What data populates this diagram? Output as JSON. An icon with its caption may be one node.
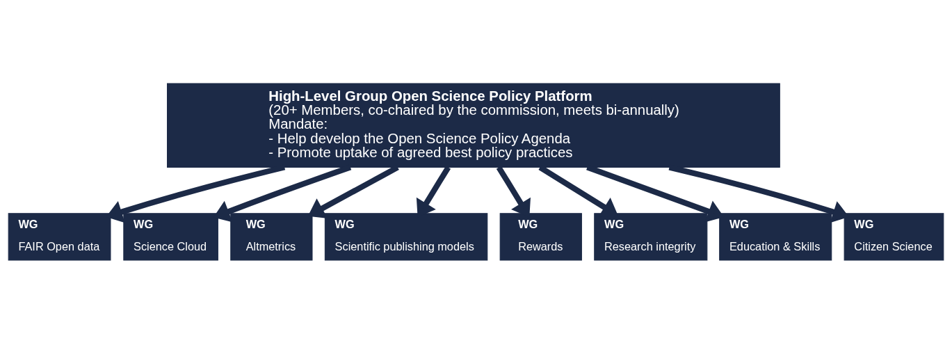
{
  "diagram": {
    "nodes": [
      {
        "text": [
          "High-Level Group Open Science Policy Platform",
          "(20+ Members, co-chaired by the commission, meets bi-annually)",
          "Mandate:",
          "- Help develop the Open Science Policy Agenda",
          "- Promote uptake of agreed best policy practices"
        ]
      },
      {
        "text": [
          "WG",
          "FAIR Open data"
        ]
      },
      {
        "text": [
          "WG",
          "Science Cloud"
        ]
      },
      {
        "text": [
          "WG",
          "Altmetrics"
        ]
      },
      {
        "text": [
          "WG",
          "Scientific publishing models"
        ]
      },
      {
        "text": [
          "WG",
          "Rewards"
        ]
      },
      {
        "text": [
          "WG",
          "Research integrity"
        ]
      },
      {
        "text": [
          "WG",
          "Education & Skills"
        ]
      },
      {
        "text": [
          "WG",
          "Citizen Science"
        ]
      }
    ],
    "edges": [
      {
        "from": 0,
        "to": 1,
        "arrow": "to"
      },
      {
        "from": 0,
        "to": 2,
        "arrow": "to"
      },
      {
        "from": 0,
        "to": 3,
        "arrow": "to"
      },
      {
        "from": 0,
        "to": 4,
        "arrow": "to"
      },
      {
        "from": 0,
        "to": 5,
        "arrow": "to"
      },
      {
        "from": 0,
        "to": 6,
        "arrow": "to"
      },
      {
        "from": 0,
        "to": 7,
        "arrow": "to"
      },
      {
        "from": 0,
        "to": 8,
        "arrow": "to"
      }
    ]
  }
}
